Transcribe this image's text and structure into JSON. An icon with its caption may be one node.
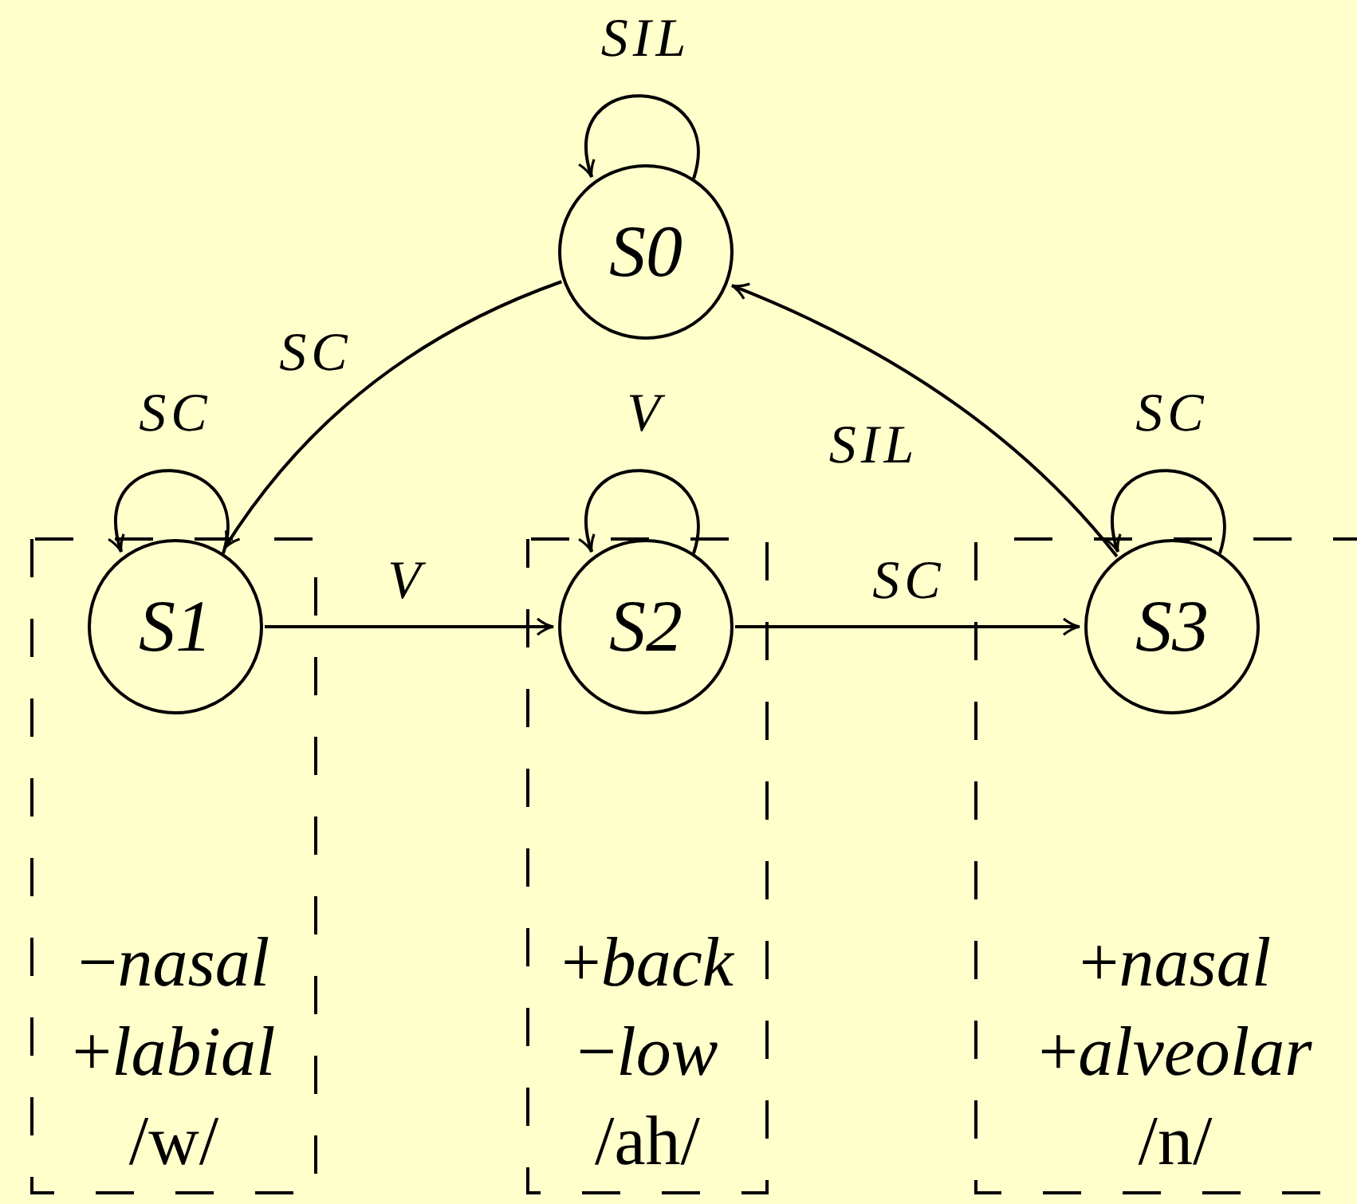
{
  "diagram": {
    "nodes": [
      {
        "text": [
          "S0"
        ]
      },
      {
        "text": [
          "−*nasal*",
          "+*labial*",
          "/w/"
        ]
      },
      {
        "text": [
          "S1"
        ],
        "in": 1
      },
      {
        "text": [
          "+*back*",
          "−*low*",
          "/ah/"
        ]
      },
      {
        "text": [
          "S2"
        ],
        "in": 3
      },
      {
        "text": [
          "+*nasal*",
          "+*alveolar*",
          "/n/"
        ]
      },
      {
        "text": [
          "S3"
        ],
        "in": 5
      }
    ],
    "edges": [
      {
        "from": 0,
        "to": 0,
        "arrow": "to",
        "label": "SIL"
      },
      {
        "from": 0,
        "to": 2,
        "arrow": "to",
        "label": "SC"
      },
      {
        "from": 2,
        "to": 2,
        "arrow": "to",
        "label": "SC"
      },
      {
        "from": 4,
        "to": 4,
        "arrow": "to",
        "label": "V"
      },
      {
        "from": 6,
        "to": 0,
        "arrow": "to",
        "label": "SIL"
      },
      {
        "from": 6,
        "to": 6,
        "arrow": "to",
        "label": "SC"
      },
      {
        "from": 2,
        "to": 4,
        "arrow": "to",
        "label": "V"
      },
      {
        "from": 4,
        "to": 6,
        "arrow": "to",
        "label": "SC"
      }
    ]
  }
}
